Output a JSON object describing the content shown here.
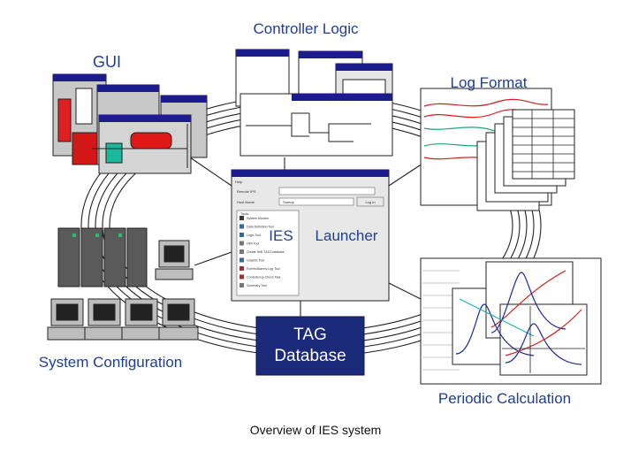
{
  "labels": {
    "gui": "GUI",
    "controller_logic": "Controller Logic",
    "log_format": "Log Format",
    "ies_left": "IES",
    "ies_right": "Launcher",
    "tag_line1": "TAG",
    "tag_line2": "Database",
    "system_configuration": "System Configuration",
    "periodic_calculation": "Periodic Calculation"
  },
  "caption": "Overview of IES system",
  "launcher": {
    "menu": "Help",
    "field1_label": "Remote IPS",
    "field2_label": "Host Name",
    "field2_value": "Startup",
    "button": "Log In",
    "list_header": "Tools",
    "tools": [
      "System Monitor",
      "Data Definition Tool",
      "Logic Tool",
      "HMI Tool",
      "Create HMI TAG Database",
      "Graphic Tool",
      "Events/Alarms Log Tool",
      "Consistency Check Tool",
      "Summary Tool"
    ]
  },
  "colors": {
    "label": "#1f3f8f",
    "window_title": "#1c1c8c",
    "tag_box": "#1c2a7a",
    "ring": "#222222"
  }
}
